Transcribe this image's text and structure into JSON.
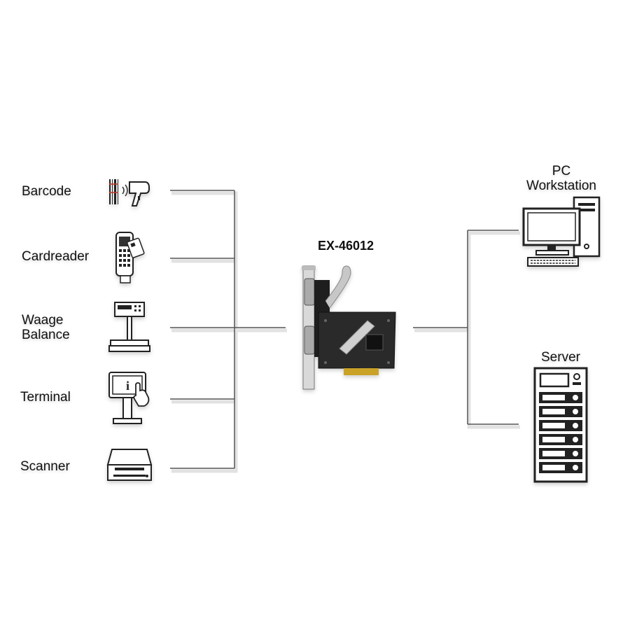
{
  "title": "EX-46012",
  "devices": [
    {
      "name": "Barcode",
      "icon": "barcode-scanner-icon"
    },
    {
      "name": "Cardreader",
      "icon": "card-reader-icon"
    },
    {
      "name_line1": "Waage",
      "name_line2": "Balance",
      "icon": "scale-icon"
    },
    {
      "name": "Terminal",
      "icon": "terminal-kiosk-icon"
    },
    {
      "name": "Scanner",
      "icon": "flatbed-scanner-icon"
    }
  ],
  "targets": [
    {
      "name_line1": "PC",
      "name_line2": "Workstation",
      "icon": "pc-workstation-icon"
    },
    {
      "name": "Server",
      "icon": "server-rack-icon"
    }
  ],
  "card_icon": "serial-pcie-card-icon",
  "colors": {
    "line": "#555555",
    "line_shadow": "#dddddd",
    "text": "#111111"
  }
}
